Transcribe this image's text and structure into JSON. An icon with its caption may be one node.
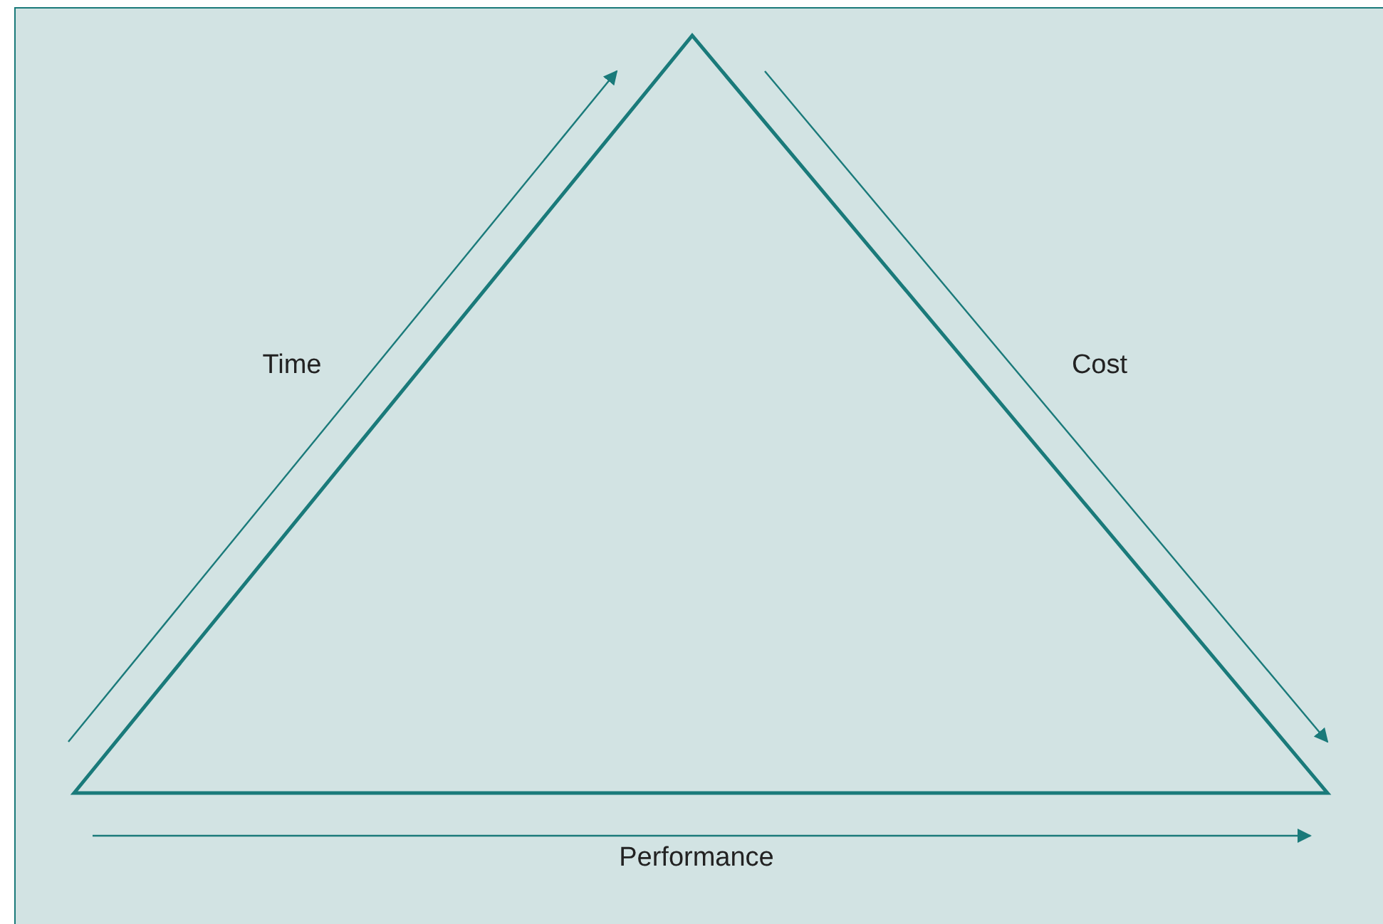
{
  "diagram": {
    "labels": [
      "Time",
      "Cost",
      "Performance"
    ]
  }
}
